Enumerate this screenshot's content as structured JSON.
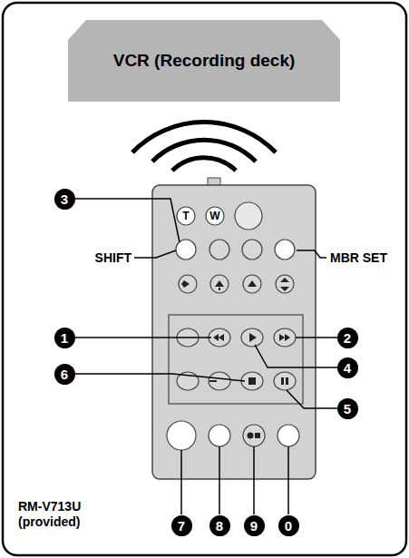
{
  "diagram": {
    "nodes": [
      {
        "text": [
          "VCR (Recording deck)"
        ]
      }
    ],
    "labels": [
      "T",
      "W",
      "3",
      "SHIFT",
      "MBR SET",
      "1",
      "2",
      "4",
      "6",
      "5",
      "7",
      "8",
      "9",
      "0",
      "RM-V713U (provided)"
    ]
  }
}
